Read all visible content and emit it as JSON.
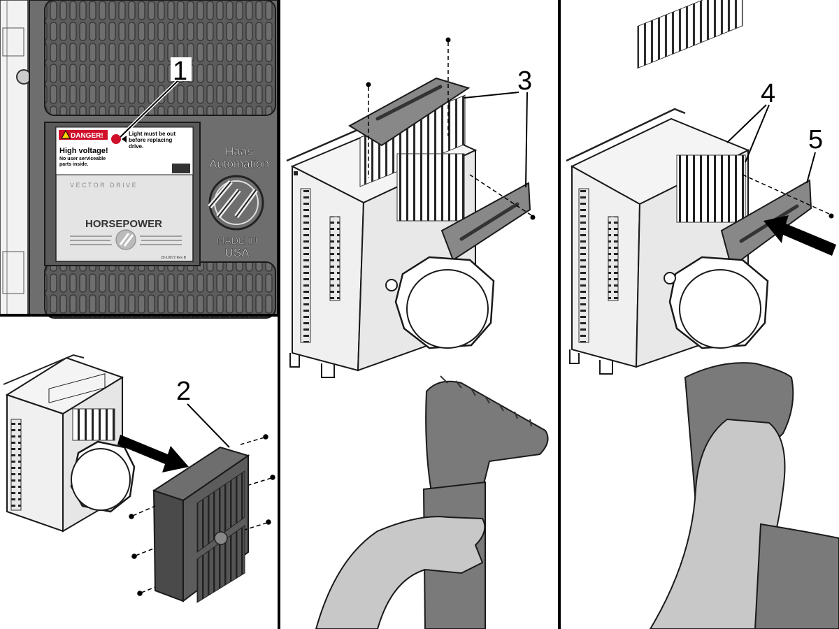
{
  "callouts": {
    "c1": "1",
    "c2": "2",
    "c3": "3",
    "c4": "4",
    "c5": "5"
  },
  "danger_label": {
    "danger": "DANGER!",
    "light_msg_1": "Light must be out",
    "light_msg_2": "before replacing",
    "light_msg_3": "drive.",
    "high_voltage": "High voltage!",
    "no_user_1": "No user serviceable",
    "no_user_2": "parts inside.",
    "vector_drive": "V E C T O R   D R I V E",
    "horsepower": "HORSEPOWER",
    "part_no": "29-10072 Rev B"
  },
  "brand": {
    "name_1": "Haas",
    "name_2": "Automation",
    "made_in": "MADE IN",
    "country": "USA"
  },
  "colors": {
    "drive_body": "#6e6e6e",
    "drive_dark": "#4a4a4a",
    "panel_gray": "#e4e4e4",
    "cover_gray": "#7a7a7a",
    "skin": "#c8c8c8",
    "outline": "#1a1a1a",
    "danger_red": "#d0102a"
  }
}
